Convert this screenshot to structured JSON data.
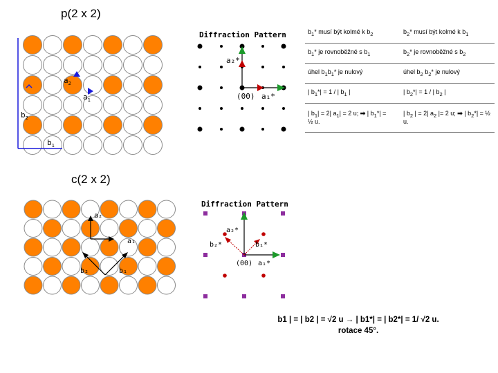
{
  "section1": {
    "title": "p(2 x 2)"
  },
  "section2": {
    "title": "c(2 x 2)"
  },
  "lattice1": {
    "labels": {
      "a2": "a",
      "a2_sub": "2",
      "a1": "a",
      "a1_sub": "1",
      "b2": "b",
      "b2_sub": "2",
      "b1": "b",
      "b1_sub": "1"
    }
  },
  "diffraction1": {
    "title": "Diffraction Pattern",
    "a2s_label": "a₂*",
    "a1s_label": "a₁*",
    "origin_label": "(00)"
  },
  "lattice2": {
    "labels": {
      "a2": "a₂",
      "a1": "a₁",
      "b2": "b₂",
      "b1": "b₁"
    }
  },
  "diffraction2": {
    "title": "Diffraction Pattern",
    "a2s_label": "a₂*",
    "b2s_label": "b₂*",
    "b1s_label": "b₁*",
    "a1s_label": "a₁*",
    "origin_label": "(00)"
  },
  "table": {
    "rows": [
      {
        "left": [
          "b",
          "1",
          "* musí být kolmé k b",
          "2",
          ""
        ],
        "right": [
          "b",
          "2",
          "*   musí být kolmé k b",
          "1",
          ""
        ]
      },
      {
        "left": [
          "b",
          "1",
          "* je rovnoběžné s b",
          "1",
          ""
        ],
        "right": [
          "b",
          "2",
          "* je rovnoběžné s b",
          "2",
          ""
        ]
      },
      {
        "left": [
          "úhel b",
          "1",
          "b",
          "1",
          "* je nulový"
        ],
        "right": [
          "úhel b",
          "2",
          " b",
          "2",
          "* je nulový"
        ]
      },
      {
        "left": [
          "| b",
          "1",
          "*| = 1 / | b",
          "1",
          " |"
        ],
        "right": [
          "| b",
          "2",
          "*| = 1 / | b",
          "2",
          " |"
        ]
      }
    ],
    "row5_left": {
      "p1": "| b",
      "s1": "1",
      "p2": "| = 2| a",
      "s2": "1",
      "p3": "| = 2 u; ",
      "arrow": "➡",
      "p4": " | b",
      "s3": "1",
      "p5": "*| = ½ u."
    },
    "row5_right": {
      "p1": "| b",
      "s1": "2",
      "p2": " | = 2| a",
      "s2": "2",
      "p3": " |= 2 u; ",
      "arrow": "➡",
      "p4": " | b",
      "s3": "2",
      "p5": "*| = ½ u."
    }
  },
  "formula": {
    "line1": "b1 | = | b2 | = √2 u → | b1*| = | b2*| = 1/ √2 u.",
    "line2": "rotace 45°."
  },
  "colors": {
    "orange": "#ff8000",
    "blue": "#1a1adc",
    "green": "#1b9a2a",
    "red": "#c00000",
    "purple": "#8d2d9e",
    "black": "#000000"
  }
}
